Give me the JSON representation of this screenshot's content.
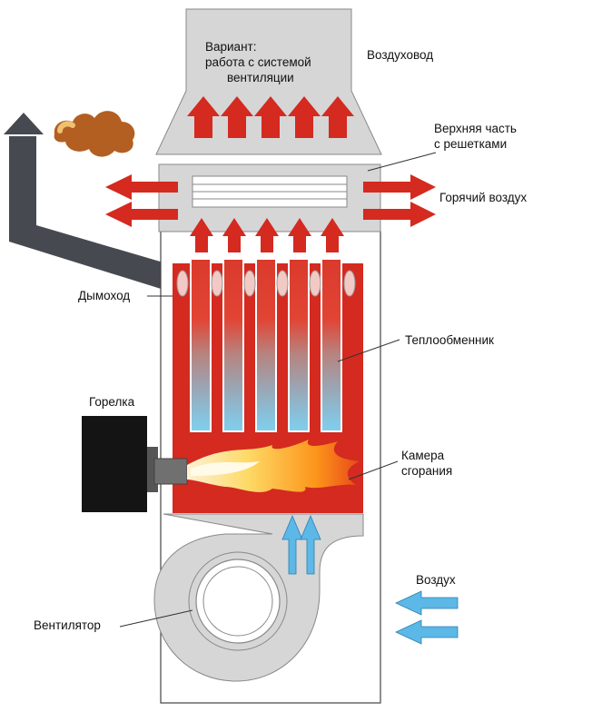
{
  "labels": {
    "variant": [
      "Вариант:",
      "работа с системой",
      "вентиляции"
    ],
    "duct": "Воздуховод",
    "upper_part": [
      "Верхняя часть",
      "с решетками"
    ],
    "hot_air": "Горячий воздух",
    "chimney": "Дымоход",
    "heat_exchanger": "Теплообменник",
    "burner": "Горелка",
    "combustion_chamber": [
      "Камера",
      "сгорания"
    ],
    "air": "Воздух",
    "fan": "Вентилятор"
  },
  "colors": {
    "hot_red": "#d42a20",
    "cold_blue": "#5cb8e6",
    "casing_gray": "#d6d6d6",
    "chimney_dark": "#464a50",
    "burner_black": "#141414",
    "line": "#333333"
  }
}
